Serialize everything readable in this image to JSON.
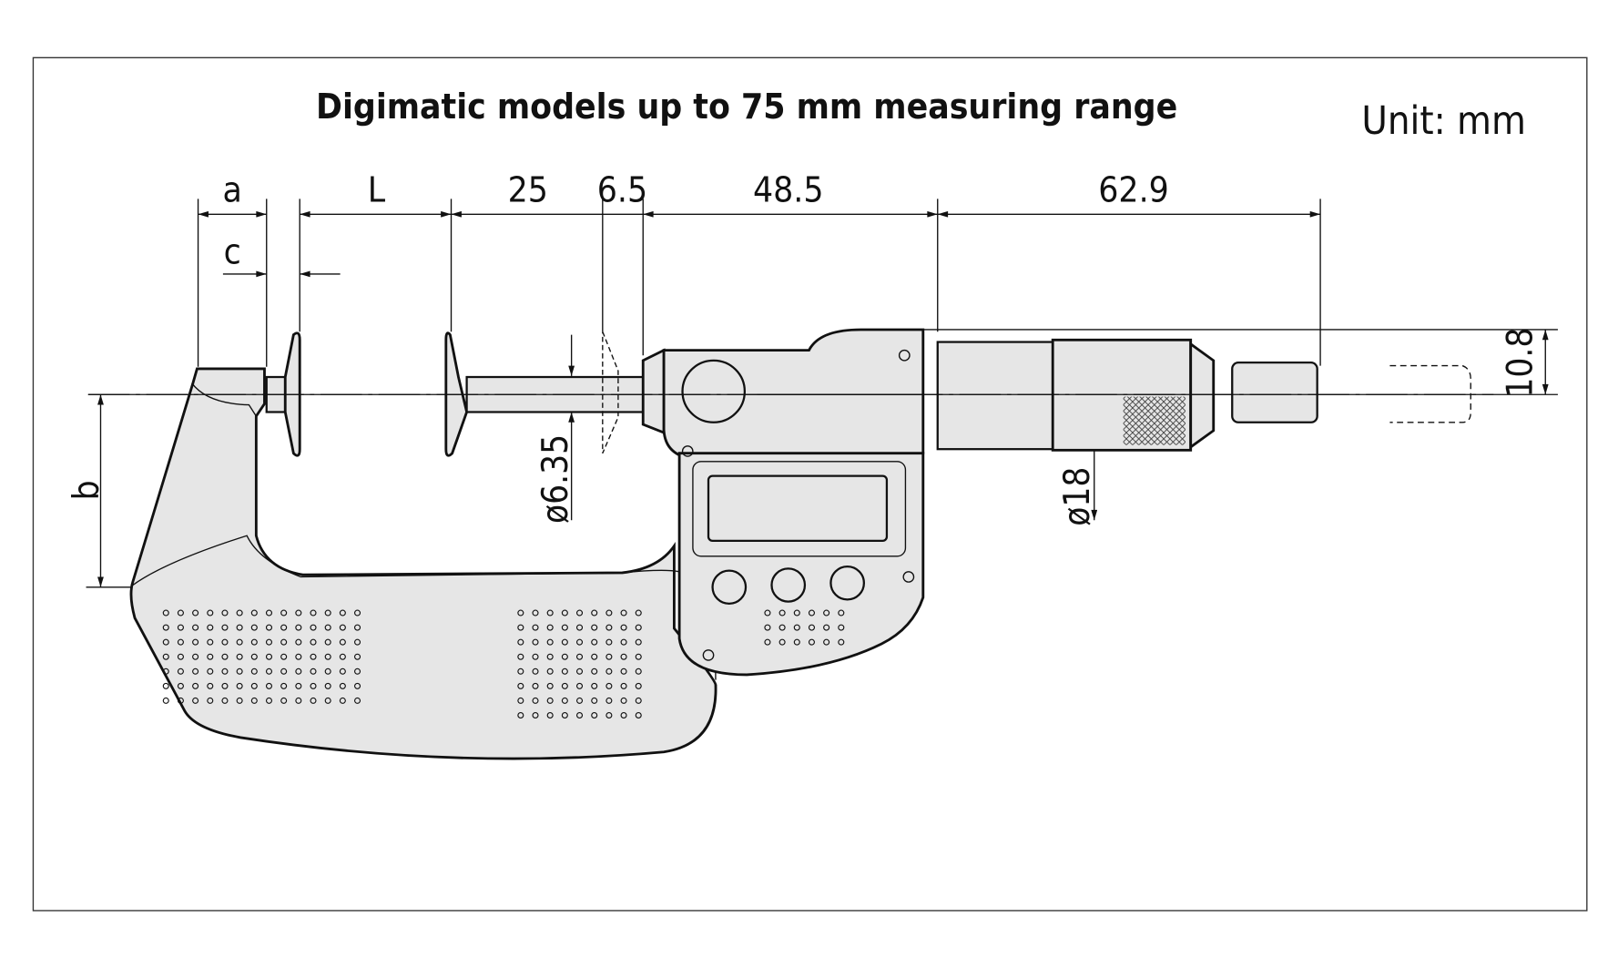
{
  "title": "Digimatic models up to 75 mm measuring range",
  "unit": "Unit: mm",
  "dimensions": {
    "a": "a",
    "L": "L",
    "d25": "25",
    "d6_5": "6.5",
    "d48_5": "48.5",
    "d62_9": "62.9",
    "c": "c",
    "b": "b",
    "d10_8": "10.8",
    "dia6_35": "ø6.35",
    "dia18": "ø18"
  }
}
